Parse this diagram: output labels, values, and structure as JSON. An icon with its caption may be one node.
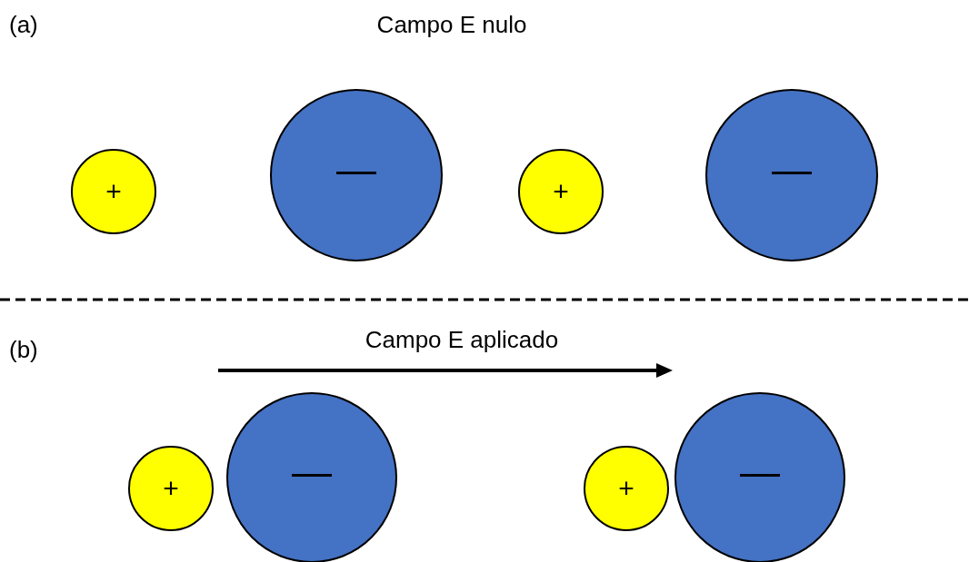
{
  "diagram": {
    "nodes": [
      {
        "text": [
          "+"
        ]
      },
      {
        "text": [
          "—"
        ]
      },
      {
        "text": [
          "+"
        ]
      },
      {
        "text": [
          "—"
        ]
      },
      {
        "text": [
          "+"
        ]
      },
      {
        "text": [
          "—"
        ]
      },
      {
        "text": [
          "+"
        ]
      },
      {
        "text": [
          "—"
        ]
      }
    ],
    "labels": [
      "(a)",
      "Campo E nulo",
      "(b)",
      "Campo E aplicado"
    ]
  }
}
